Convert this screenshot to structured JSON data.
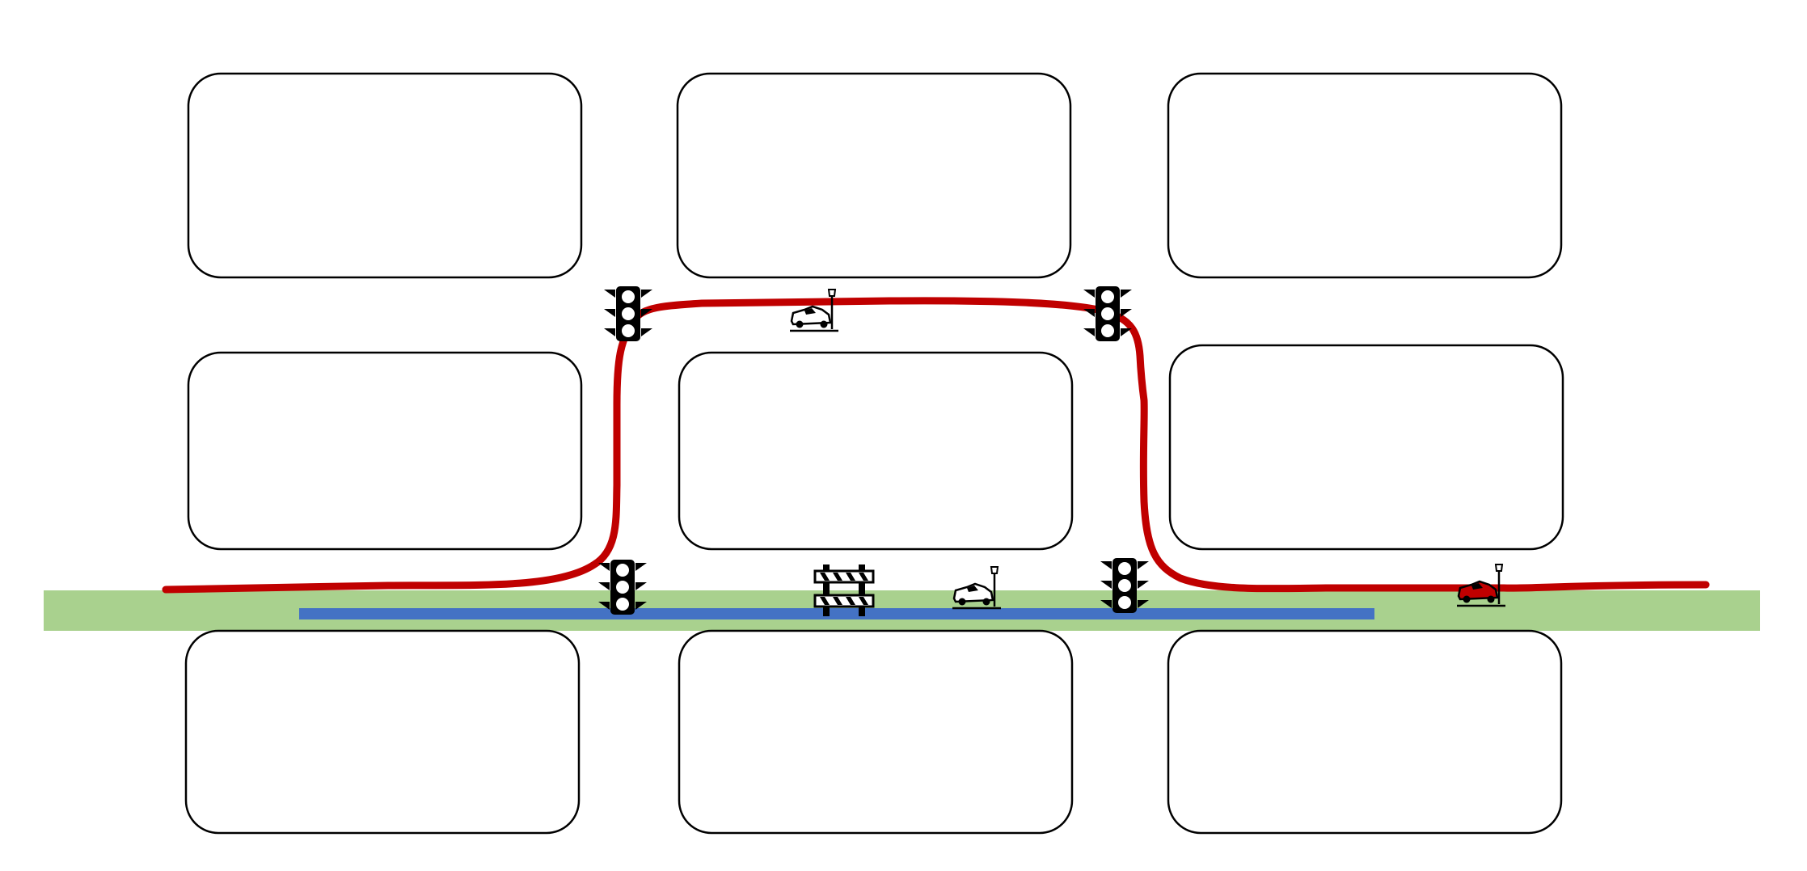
{
  "colors": {
    "background": "#ffffff",
    "block_stroke": "#000000",
    "road": "#a9d18e",
    "blue_line": "#4472c4",
    "route": "#c00000",
    "icon": "#000000"
  },
  "blocks": [
    {
      "name": "block-row1-col1"
    },
    {
      "name": "block-row1-col2"
    },
    {
      "name": "block-row1-col3"
    },
    {
      "name": "block-row2-col1"
    },
    {
      "name": "block-row2-col2"
    },
    {
      "name": "block-row2-col3"
    },
    {
      "name": "block-row3-col1"
    },
    {
      "name": "block-row3-col2"
    },
    {
      "name": "block-row3-col3"
    }
  ],
  "icons": [
    {
      "name": "traffic-light-icon",
      "type": "traffic-light"
    },
    {
      "name": "traffic-light-icon",
      "type": "traffic-light"
    },
    {
      "name": "traffic-light-icon",
      "type": "traffic-light"
    },
    {
      "name": "traffic-light-icon",
      "type": "traffic-light"
    },
    {
      "name": "car-crash-icon",
      "type": "car-crash"
    },
    {
      "name": "car-crash-icon",
      "type": "car-crash"
    },
    {
      "name": "car-crash-icon",
      "type": "car-crash-red"
    },
    {
      "name": "road-barrier-icon",
      "type": "barrier"
    }
  ]
}
